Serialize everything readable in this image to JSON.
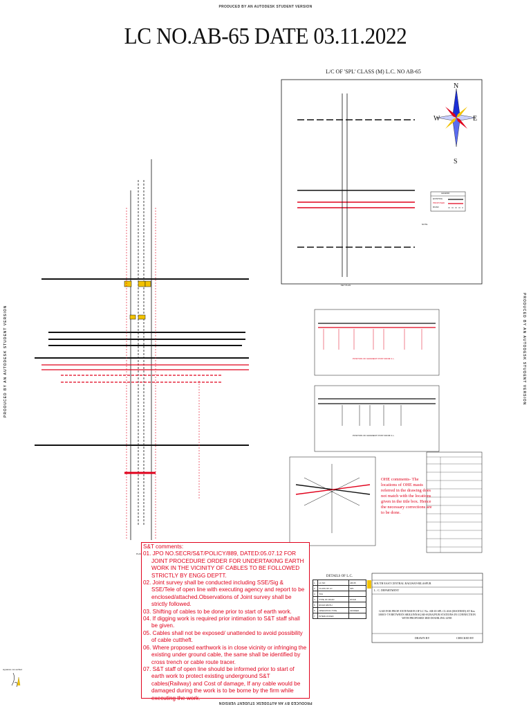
{
  "banners": {
    "top": "PRODUCED BY AN AUTODESK STUDENT VERSION",
    "bottom": "PRODUCED BY AN AUTODESK STUDENT VERSION",
    "left": "PRODUCED BY AN AUTODESK STUDENT VERSION",
    "right": "PRODUCED BY AN AUTODESK STUDENT VERSION"
  },
  "title": "LC NO.AB-65 DATE 03.11.2022",
  "key_plan": {
    "heading": "L/C OF 'SPL' CLASS (M) L.C. NO AB-65",
    "caption": "KEY PLAN",
    "compass": {
      "n": "N",
      "s": "S",
      "e": "E",
      "w": "W"
    },
    "legend_title": "LEGEND",
    "legend_items": [
      "EXISTING",
      "PROPOSED",
      "ROAD"
    ],
    "notes_title": "NOTE"
  },
  "st_comments": {
    "heading": "S&T comments:",
    "items": [
      "01. JPO NO.SECR/S&T/POLICY/889, DATED:05.07.12 FOR JOINT PROCEDURE ORDER FOR UNDERTAKING  EARTH WORK IN THE VICINITY OF CABLES TO BE FOLLOWED STRICTLY BY ENGG DEPTT.",
      "02. Joint survey shall be conducted including SSE/Sig & SSE/Tele of open line with executing agency and report to be enclosed/attached.Observations of Joint survey shall be strictly followed.",
      "03. Shifting of cables to be done prior to start of earth work.",
      "04. If digging work is required prior intimation to S&T staff shall be given.",
      "05. Cables shall not be exposed/ unattended to avoid possibility of cable cuttheft.",
      "06. Where proposed earthwork is in close vicinity or infringing the existing under ground cable, the same shall be identified by cross trench or cable route tracer.",
      "07. S&T staff of open line should be informed prior to start of earth work to protect existing underground S&T cables(Railway) and Cost of damage, If any cable would be damaged during the work is to be borne by the firm while executing the work."
    ]
  },
  "ohe_comments": "OHE comments- The locations of OHE masts referred in the drawing does not match with the locations given in the title box. Hence the necessary corrections are to be done.",
  "details_lc": {
    "heading": "DETAILS OF L.C.",
    "rows": [
      [
        "1",
        "LC NO",
        "AB-65"
      ],
      [
        "2",
        "CLASS OF LC",
        "SPL"
      ],
      [
        "3",
        "TVU",
        ""
      ],
      [
        "4",
        "TYPE OF ROAD",
        "ROAD"
      ],
      [
        "5",
        "ROAD WIDTH",
        ""
      ],
      [
        "6",
        "OPERATION TYPE",
        "MANNED"
      ],
      [
        "7",
        "INTERLOCKED",
        ""
      ]
    ]
  },
  "title_block": {
    "line1": "SOUTH EAST CENTRAL RAILWAY-BILASPUR",
    "line2": "L . C. DEPARTMENT",
    "gad_title": "GAD FOR PROP. EXTENSION OF LC No. AB-65 SPL CLASS (MANNED) AT Km 1000/5-7/8 BETWEEN SRIGONNAGAR-SURAJPUR STATIONS IN CONNECTION WITH PROPOSED 3RD DOUBLING LINE",
    "drawn_by": "DRAWN BY",
    "checked_by": "CHECKED BY"
  },
  "side_labels": {
    "plan": "PLAN",
    "gradient": "POSITION OF GRADIENT POST FROM C.L.",
    "signature": "signature not verified"
  },
  "colors": {
    "red": "#e0001b",
    "black": "#111111",
    "yellow": "#f2c200",
    "blue": "#1c2fd6"
  }
}
